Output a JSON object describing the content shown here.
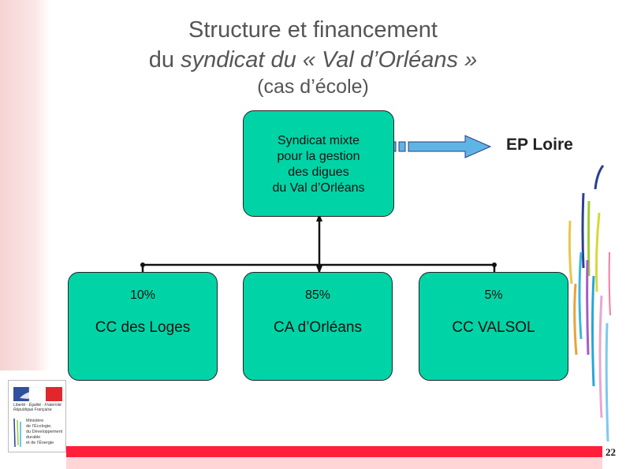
{
  "title": {
    "line1": "Structure et financement",
    "line2_prefix": "du ",
    "line2_italic": "syndicat du « Val d’Orléans »",
    "line3": "(cas d’école)"
  },
  "top_box": {
    "lines": [
      "Syndicat mixte",
      "pour la gestion",
      "des digues",
      "du Val d’Orléans"
    ]
  },
  "external": {
    "label": "EP Loire"
  },
  "members": [
    {
      "share": "10%",
      "name": "CC des Loges"
    },
    {
      "share": "85%",
      "name": "CA d’Orléans"
    },
    {
      "share": "5%",
      "name": "CC VALSOL"
    }
  ],
  "colors": {
    "box_fill": "#00d4a6",
    "arrow_fill": "#5fb4e6",
    "footer_red": "#ff1f3a",
    "flag_blue": "#2f4f9f",
    "flag_red": "#e1262c"
  },
  "logo": {
    "motto": "Liberté · Égalité · Fraternité",
    "country": "République Française",
    "ministry": [
      "Ministère",
      "de l’Écologie,",
      "du Développement",
      "durable",
      "et de l’Énergie"
    ]
  },
  "page_number": "22"
}
